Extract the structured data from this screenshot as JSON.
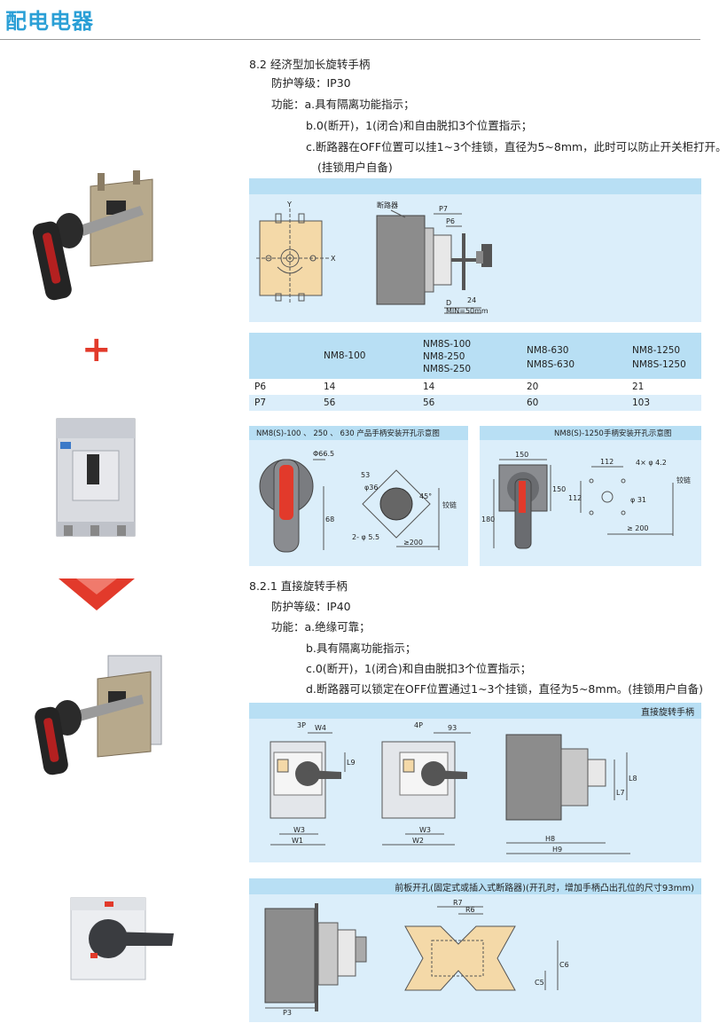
{
  "header": {
    "title": "配电电器"
  },
  "section1": {
    "heading": "8.2 经济型加长旋转手柄",
    "protection": "防护等级：IP30",
    "func_a": "功能：a.具有隔离功能指示；",
    "func_b": "b.0(断开)，1(闭合)和自由脱扣3个位置指示；",
    "func_c": "c.断路器在OFF位置可以挂1~3个挂锁，直径为5~8mm，此时可以防止开关柜打开。",
    "func_c2": "(挂锁用户自备)"
  },
  "diagram1": {
    "label_breaker": "断路器",
    "label_y": "Y",
    "label_x": "X",
    "label_p7": "P7",
    "label_p6": "P6",
    "label_d": "D",
    "label_24": "24",
    "label_min": "MIN=50mm"
  },
  "table": {
    "headers": [
      "",
      "NM8-100",
      "NM8S-100\nNM8-250\nNM8S-250",
      "NM8-630\nNM8S-630",
      "NM8-1250\nNM8S-1250"
    ],
    "h1": "NM8-100",
    "h2a": "NM8S-100",
    "h2b": "NM8-250",
    "h2c": "NM8S-250",
    "h3a": "NM8-630",
    "h3b": "NM8S-630",
    "h4a": "NM8-1250",
    "h4b": "NM8S-1250",
    "rows": [
      {
        "label": "P6",
        "v1": "14",
        "v2": "14",
        "v3": "20",
        "v4": "21"
      },
      {
        "label": "P7",
        "v1": "56",
        "v2": "56",
        "v3": "60",
        "v4": "103"
      }
    ]
  },
  "panelA": {
    "title": "NM8(S)-100 、 250 、 630 产品手柄安装开孔示意图",
    "phi665": "Φ66.5",
    "d68": "68",
    "d53": "53",
    "phi36": "φ36",
    "a45": "45°",
    "hinge": "铰链",
    "holes": "2- φ 5.5",
    "ge200": "≥200"
  },
  "panelB": {
    "title": "NM8(S)-1250手柄安装开孔示意图",
    "d150a": "150",
    "d150b": "150",
    "d180": "180",
    "d112a": "112",
    "d112b": "112",
    "holes": "4× φ 4.2",
    "phi31": "φ 31",
    "hinge": "铰链",
    "ge200": "≥ 200"
  },
  "section2": {
    "heading": "8.2.1 直接旋转手柄",
    "protection": "防护等级：IP40",
    "func_a": "功能：a.绝缘可靠；",
    "func_b": "b.具有隔离功能指示；",
    "func_c": "c.0(断开)，1(闭合)和自由脱扣3个位置指示；",
    "func_d": "d.断路器可以锁定在OFF位置通过1~3个挂锁，直径为5~8mm。(挂锁用户自备)"
  },
  "diagram2": {
    "band": "直接旋转手柄",
    "l3p": "3P",
    "l4p": "4P",
    "w4": "W4",
    "l9": "L9",
    "w3a": "W3",
    "w1": "W1",
    "w3b": "W3",
    "w2": "W2",
    "d93": "93",
    "l8": "L8",
    "l7": "L7",
    "h8": "H8",
    "h9": "H9"
  },
  "diagram3": {
    "band": "前板开孔(固定式或插入式断路器)(开孔时，增加手柄凸出孔位的尺寸93mm)",
    "r7": "R7",
    "r6": "R6",
    "c6": "C6",
    "c5": "C5",
    "p3": "P3"
  },
  "plus": "+",
  "colors": {
    "accent": "#2a9fd6",
    "panel": "#dbeefa",
    "band": "#b8dff4",
    "red": "#e23a2b"
  }
}
